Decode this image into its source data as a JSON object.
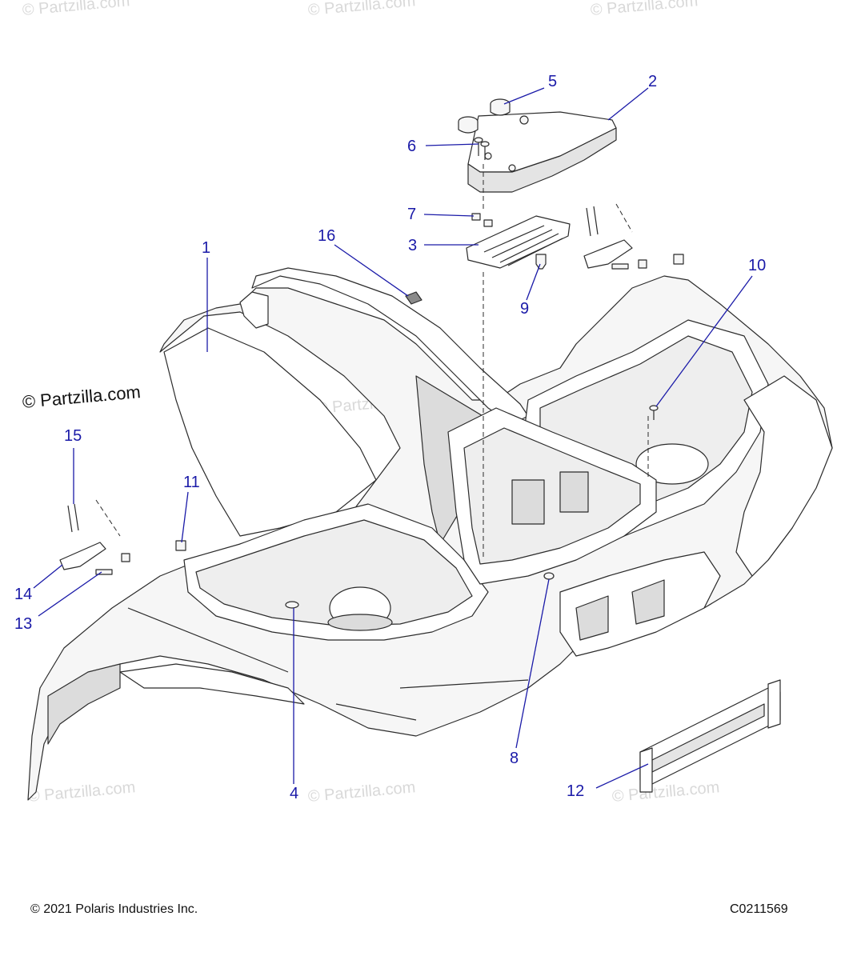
{
  "watermark": {
    "text": "© Partzilla.com",
    "main_text": "© Partzilla.com"
  },
  "callouts": [
    "1",
    "2",
    "3",
    "4",
    "5",
    "6",
    "7",
    "8",
    "9",
    "10",
    "11",
    "12",
    "13",
    "14",
    "15",
    "16"
  ],
  "footer": {
    "copyright": "© 2021 Polaris Industries Inc.",
    "diagram_code": "C0211569"
  },
  "colors": {
    "callout": "#1a1aa8",
    "outline": "#2b2b2b",
    "part_fill": "#f6f6f6",
    "shade": "#dcdcdc",
    "watermark": "#d9d9d9"
  }
}
